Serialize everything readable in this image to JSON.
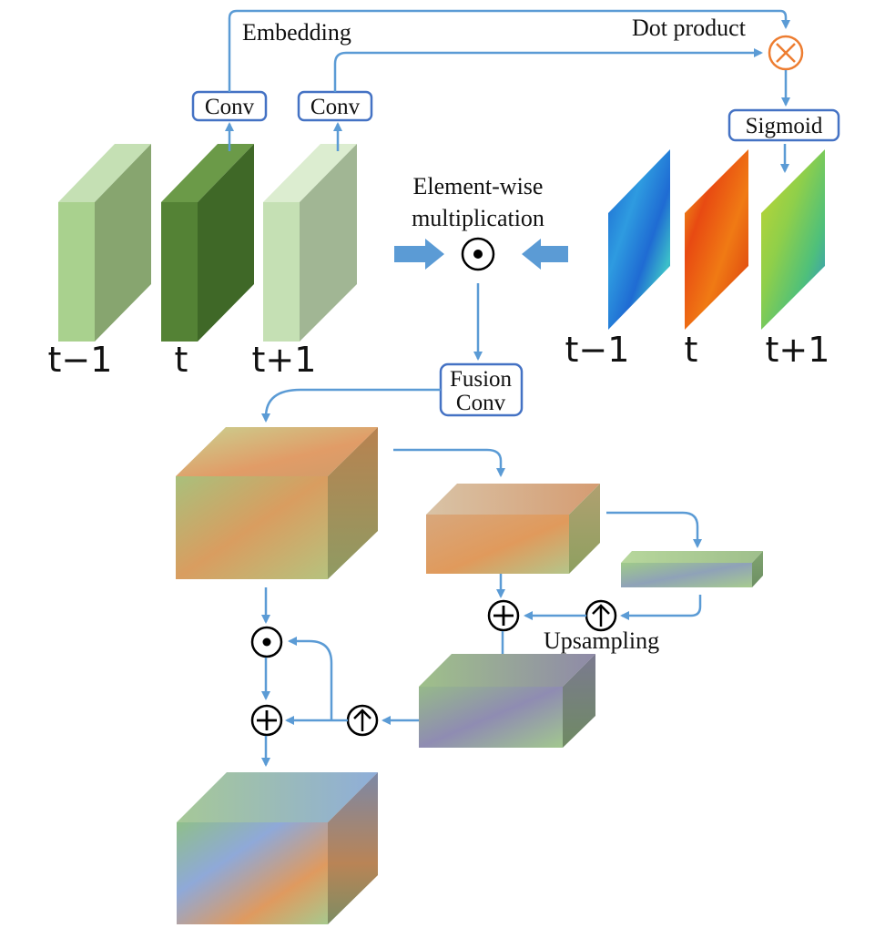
{
  "labels": {
    "embedding": "Embedding",
    "dot_product": "Dot product",
    "element_wise_line1": "Element-wise",
    "element_wise_line2": "multiplication",
    "upsampling": "Upsampling"
  },
  "boxes": {
    "conv_left": "Conv",
    "conv_right": "Conv",
    "sigmoid": "Sigmoid",
    "fusion_line1": "Fusion",
    "fusion_line2": "Conv"
  },
  "time_labels_features": [
    "t−1",
    "t",
    "t+1"
  ],
  "time_labels_maps": [
    "t−1",
    "t",
    "t+1"
  ],
  "colors": {
    "arrow": "#5b9bd5",
    "box_border": "#4472c4",
    "dot_product_operator": "#ed7d31",
    "feature_light": "#a9d18e",
    "feature_dark": "#548235",
    "feature_pale": "#c5e0b4"
  },
  "icons": {
    "dot_product": "circled-times-icon",
    "element_wise": "circled-dot-icon",
    "addition": "circled-plus-icon",
    "upsample": "circled-up-arrow-icon"
  }
}
